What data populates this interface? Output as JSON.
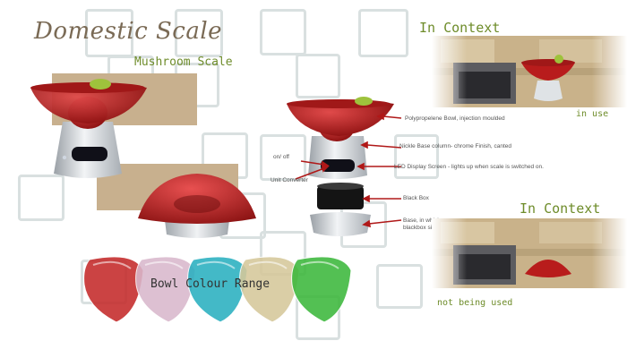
{
  "title": "Domestic Scale",
  "subtitle": "Mushroom Scale",
  "context_top": {
    "heading": "In Context",
    "caption": "in use"
  },
  "context_bottom": {
    "heading": "In Context",
    "caption": "not being used"
  },
  "annotations": {
    "bowl": "Polypropelene Bowl, injection moulded",
    "column": "Nickle Base column- chrome Finish, canted",
    "onoff": "on/ off",
    "led": "LED Display Screen - lights up when scale is switched on.",
    "converter": "Unit Converter",
    "blackbox": "Black Box",
    "base": "Base, in which blackbox sits in"
  },
  "colour_range": {
    "label": "Bowl Colour Range",
    "colors": [
      "#c42a2a",
      "#d9b8cc",
      "#2ab0c0",
      "#d6c89a",
      "#3cb83c"
    ]
  },
  "colors": {
    "title": "#7a6a55",
    "accent_green": "#6e8c2a",
    "bowl_red": "#b81c1c",
    "panel_tan": "#c8b08e"
  }
}
